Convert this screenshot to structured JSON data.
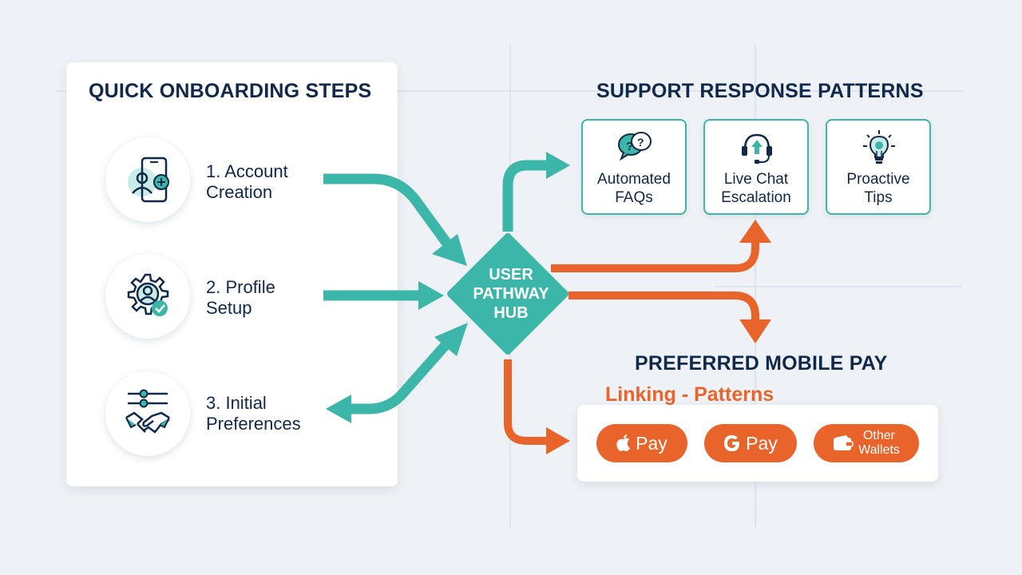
{
  "onboarding": {
    "title": "QUICK ONBOARDING STEPS",
    "steps": [
      {
        "label": "1. Account\nCreation",
        "icon": "phone-user-add-icon"
      },
      {
        "label": "2. Profile\nSetup",
        "icon": "gear-user-check-icon"
      },
      {
        "label": "3. Initial\nPreferences",
        "icon": "sliders-handshake-icon"
      }
    ]
  },
  "hub": {
    "label": "USER\nPATHWAY\nHUB"
  },
  "support": {
    "title": "SUPPORT RESPONSE PATTERNS",
    "cards": [
      {
        "label": "Automated\nFAQs",
        "icon": "question-bubbles-icon"
      },
      {
        "label": "Live Chat\nEscalation",
        "icon": "headset-arrow-icon"
      },
      {
        "label": "Proactive\nTips",
        "icon": "lightbulb-icon"
      }
    ]
  },
  "payments": {
    "title": "PREFERRED MOBILE PAY",
    "subtitle": "Linking - Patterns",
    "options": [
      {
        "label": "Pay",
        "icon": "apple-icon"
      },
      {
        "label": "Pay",
        "icon": "google-g-icon"
      },
      {
        "label": "Other\nWallets",
        "icon": "wallet-icon"
      }
    ]
  },
  "colors": {
    "teal": "#3bb6a8",
    "orange": "#e8642b",
    "navy": "#10284a",
    "background": "#eef2f6"
  }
}
